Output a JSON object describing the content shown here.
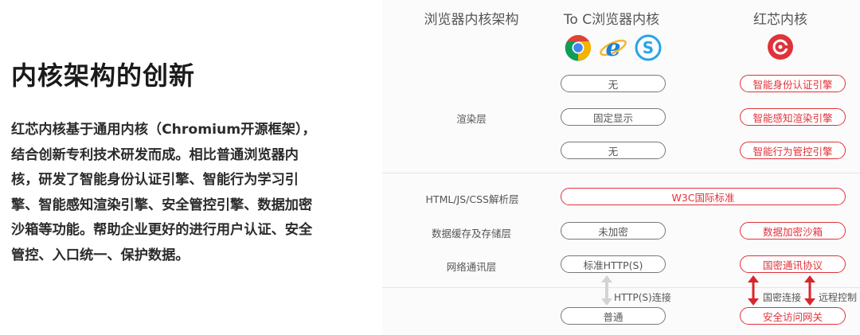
{
  "left": {
    "title": "内核架构的创新",
    "description": "红芯内核基于通用内核（Chromium开源框架），结合创新专利技术研发而成。相比普通浏览器内核，研发了智能身份认证引擎、智能行为学习引擎、智能感知渲染引擎、安全管控引擎、数据加密沙箱等功能。帮助企业更好的进行用户认证、安全管控、入口统一、保护数据。"
  },
  "diagram": {
    "headers": {
      "architecture": "浏览器内核架构",
      "toc": "To C浏览器内核",
      "redcore": "红芯内核"
    },
    "icons": [
      "chrome-icon",
      "ie-icon",
      "sogou-icon",
      "redcore-logo-icon"
    ],
    "colors": {
      "accent": "#e0323a",
      "neutral": "#777777"
    },
    "render_layer": {
      "label": "渲染层",
      "toc": [
        "无",
        "固定显示",
        "无"
      ],
      "redcore": [
        "智能身份认证引擎",
        "智能感知渲染引擎",
        "智能行为管控引擎"
      ]
    },
    "html_layer": {
      "label": "HTML/JS/CSS解析层",
      "shared": "W3C国际标准"
    },
    "storage_layer": {
      "label": "数据缓存及存储层",
      "toc": "未加密",
      "redcore": "数据加密沙箱"
    },
    "network_layer": {
      "label": "网络通讯层",
      "toc": "标准HTTP(S)",
      "redcore": "国密通讯协议"
    },
    "connections": {
      "toc_label": "HTTP(S)连接",
      "redcore_left": "国密连接",
      "redcore_right": "远程控制"
    },
    "gateway": {
      "toc": "普通",
      "redcore": "安全访问网关"
    }
  }
}
